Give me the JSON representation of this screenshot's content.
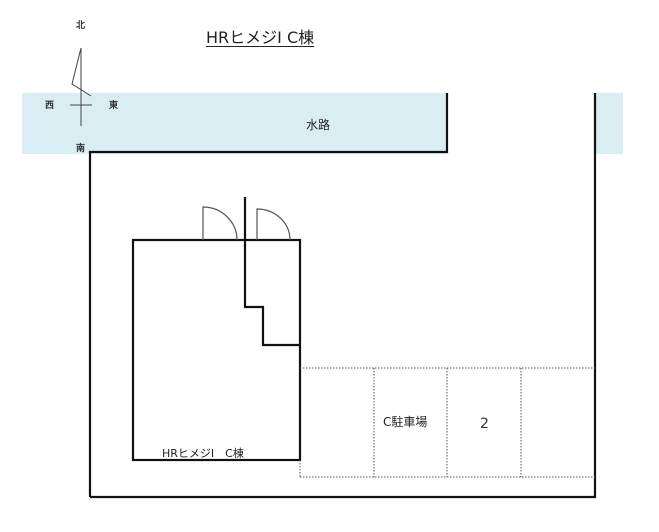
{
  "title": "HRヒメジI C棟",
  "compass": {
    "north": "北",
    "south": "南",
    "east": "東",
    "west": "西"
  },
  "waterway": {
    "label": "水路",
    "color": "#daedf3"
  },
  "building": {
    "label": "HRヒメジI　C棟"
  },
  "parking": {
    "label": "C駐車場",
    "slots": [
      {
        "number": ""
      },
      {
        "number": ""
      },
      {
        "number": "2"
      },
      {
        "number": ""
      }
    ]
  },
  "colors": {
    "line": "#111111",
    "dotted": "#555555",
    "water": "#daedf3"
  }
}
